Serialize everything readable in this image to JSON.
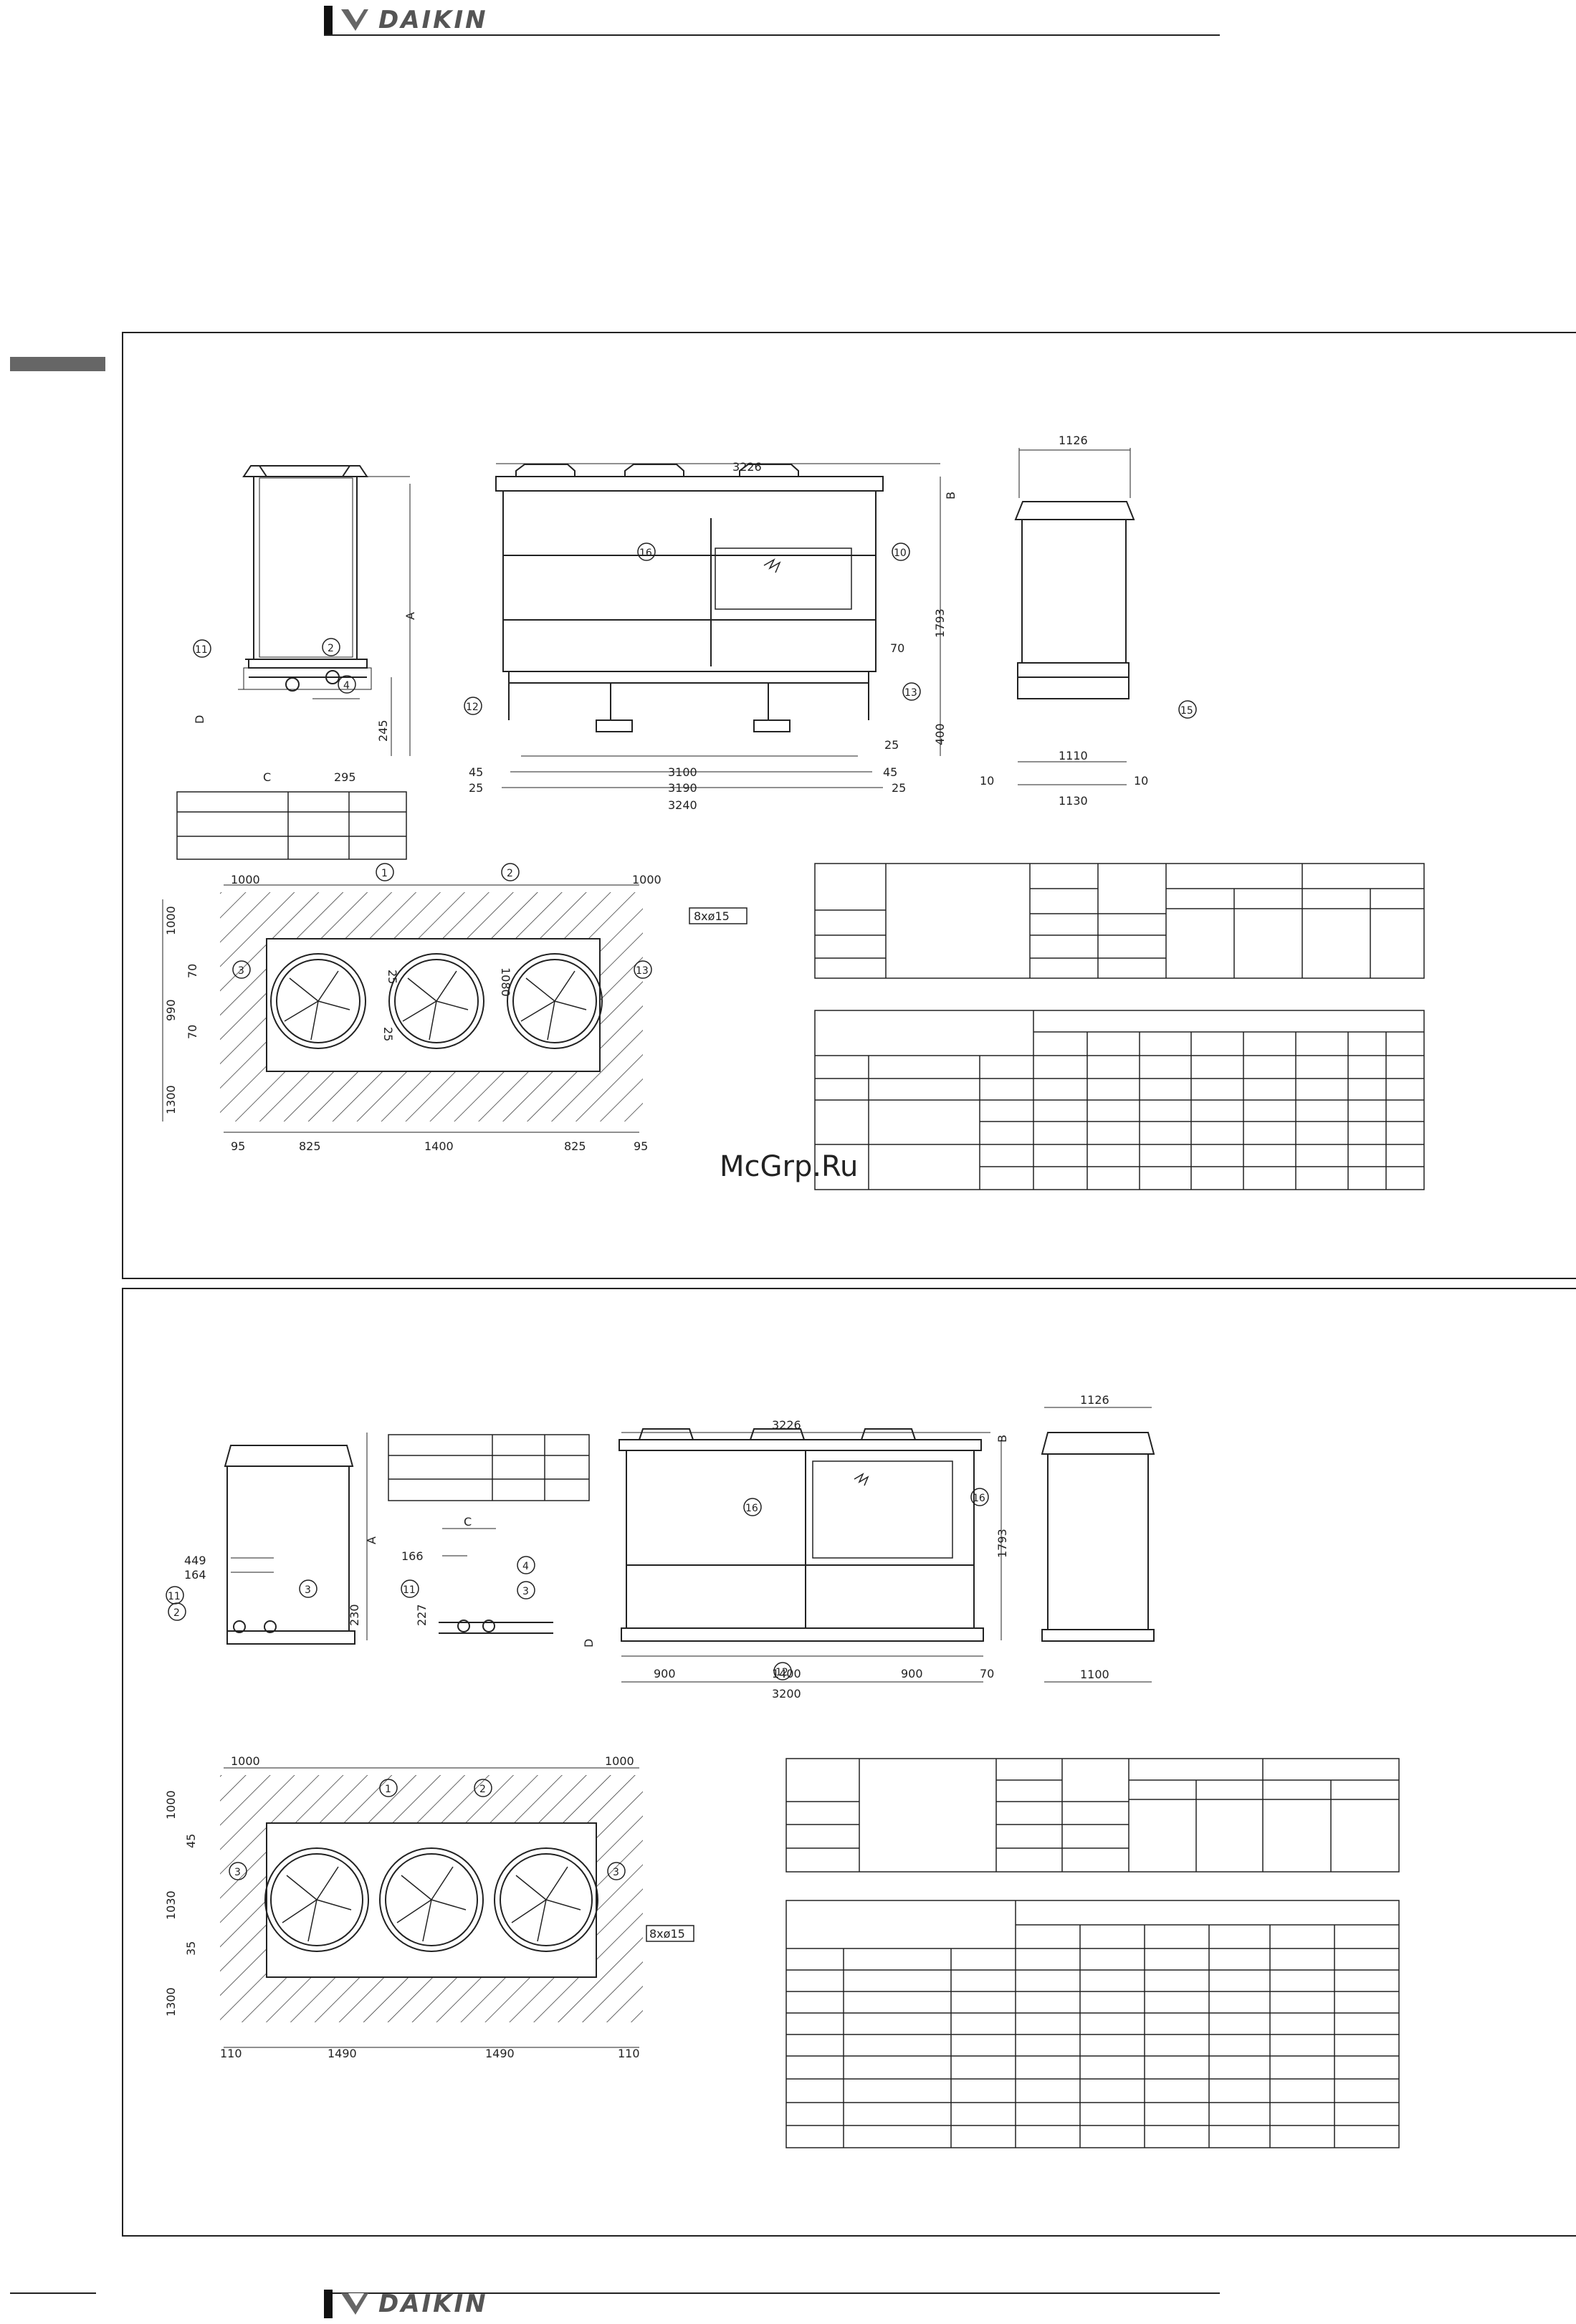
{
  "brand": {
    "name": "DAIKIN"
  },
  "watermark": {
    "text": "McGrp.Ru"
  },
  "colors": {
    "line": "#222222",
    "tab": "#666666",
    "logo_text": "#555555"
  },
  "panel1": {
    "side_view_dims": {
      "a": "A",
      "b": "B",
      "c": "C",
      "d": "D",
      "w295": "295",
      "h245": "245"
    },
    "front_dims": {
      "overall": "3226",
      "h1793": "1793",
      "h400": "400",
      "d70": "70",
      "d25": "25",
      "d45": "45",
      "len3100": "3100",
      "len3190": "3190",
      "len3240": "3240"
    },
    "right_dims": {
      "w1126": "1126",
      "w1110": "1110",
      "w1130": "1130",
      "d10": "10"
    },
    "plan_dims": {
      "c1000a": "1000",
      "c1000b": "1000",
      "v1000": "1000",
      "v70a": "70",
      "v990": "990",
      "v70b": "70",
      "v1300": "1300",
      "h95a": "95",
      "h825a": "825",
      "h1400": "1400",
      "h825b": "825",
      "h95b": "95",
      "v1080": "1080",
      "v25a": "25",
      "v25b": "25",
      "holes": "8xø15"
    },
    "callouts": [
      "1",
      "2",
      "3",
      "4",
      "10",
      "11",
      "12",
      "13",
      "15",
      "16"
    ]
  },
  "panel2": {
    "front_dims": {
      "overall": "3226",
      "h1793": "1793",
      "len3200": "3200",
      "s900a": "900",
      "s1400": "1400",
      "s900b": "900",
      "s70": "70",
      "b": "B"
    },
    "right_dims": {
      "w1126": "1126",
      "w1100": "1100"
    },
    "side_dims": {
      "a": "A",
      "c": "C",
      "d": "D",
      "h449": "449",
      "h164": "164",
      "h166": "166",
      "h227": "227",
      "h230": "230"
    },
    "plan_dims": {
      "c1000a": "1000",
      "c1000b": "1000",
      "v1000": "1000",
      "v45": "45",
      "v1030": "1030",
      "v35": "35",
      "v1300": "1300",
      "h110a": "110",
      "h1490a": "1490",
      "h1490b": "1490",
      "h110b": "110",
      "holes": "8xø15"
    },
    "callouts": [
      "1",
      "2",
      "3",
      "4",
      "11",
      "12",
      "16"
    ]
  }
}
